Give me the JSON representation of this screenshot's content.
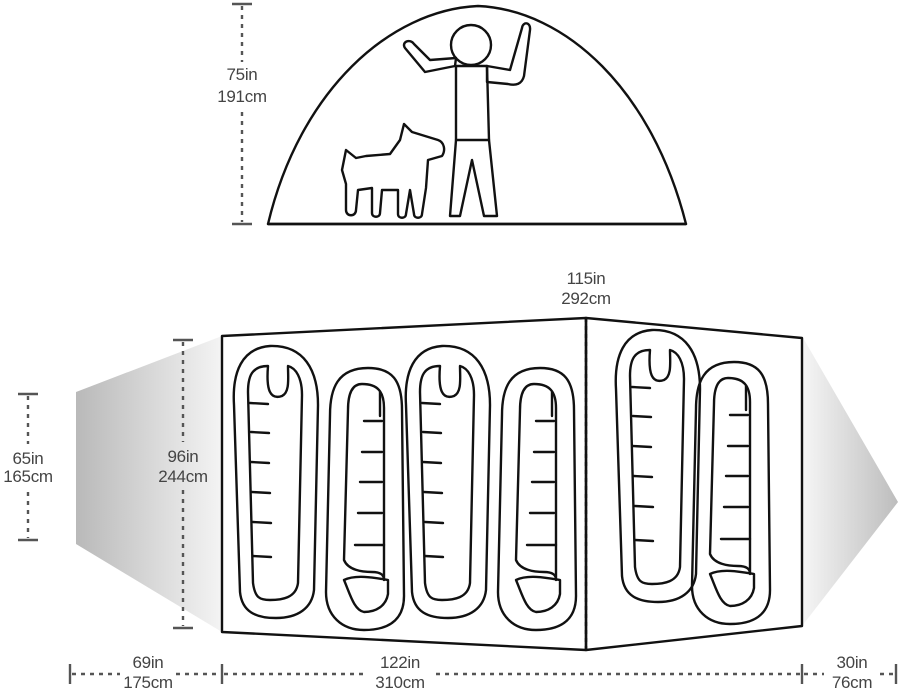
{
  "dimensions": {
    "peak_height": {
      "imperial": "75in",
      "metric": "191cm"
    },
    "floor_length": {
      "imperial": "115in",
      "metric": "292cm"
    },
    "floor_width": {
      "imperial": "96in",
      "metric": "244cm"
    },
    "left_vestibule_width": {
      "imperial": "65in",
      "metric": "165cm"
    },
    "left_vestibule_depth": {
      "imperial": "69in",
      "metric": "175cm"
    },
    "body_length": {
      "imperial": "122in",
      "metric": "310cm"
    },
    "right_vestibule_depth": {
      "imperial": "30in",
      "metric": "76cm"
    }
  },
  "icons": {
    "person": "person-arms-raised-icon",
    "dog": "dog-icon",
    "sleeping_bag": "sleeping-bag-icon"
  },
  "colors": {
    "outline": "#111111",
    "dimension": "#555555",
    "vestibule_dark": "#b9b9b9",
    "vestibule_light": "#f7f7f7"
  }
}
